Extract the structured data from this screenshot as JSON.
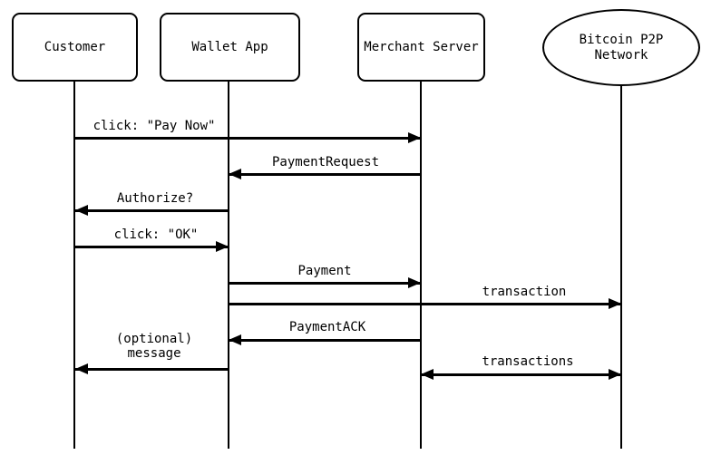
{
  "diagram_type": "sequence-diagram",
  "actors": {
    "customer": {
      "label": "Customer",
      "shape": "rounded-rect"
    },
    "wallet": {
      "label": "Wallet App",
      "shape": "rounded-rect"
    },
    "merchant": {
      "label": "Merchant Server",
      "shape": "rounded-rect"
    },
    "network": {
      "label": "Bitcoin P2P\nNetwork",
      "shape": "ellipse"
    }
  },
  "messages": [
    {
      "label": "click: \"Pay Now\"",
      "from": "Customer",
      "to": "Merchant Server",
      "direction": "right"
    },
    {
      "label": "PaymentRequest",
      "from": "Merchant Server",
      "to": "Wallet App",
      "direction": "left"
    },
    {
      "label": "Authorize?",
      "from": "Wallet App",
      "to": "Customer",
      "direction": "left"
    },
    {
      "label": "click: \"OK\"",
      "from": "Customer",
      "to": "Wallet App",
      "direction": "right"
    },
    {
      "label": "Payment",
      "from": "Wallet App",
      "to": "Merchant Server",
      "direction": "right"
    },
    {
      "label": "transaction",
      "from": "Wallet App",
      "to": "Bitcoin P2P Network",
      "direction": "right"
    },
    {
      "label": "PaymentACK",
      "from": "Merchant Server",
      "to": "Wallet App",
      "direction": "left"
    },
    {
      "label": "(optional)\nmessage",
      "from": "Wallet App",
      "to": "Customer",
      "direction": "left"
    },
    {
      "label": "transactions",
      "from": "Merchant Server",
      "to": "Bitcoin P2P Network",
      "direction": "both"
    }
  ],
  "colors": {
    "line": "#000000",
    "background": "#ffffff"
  }
}
